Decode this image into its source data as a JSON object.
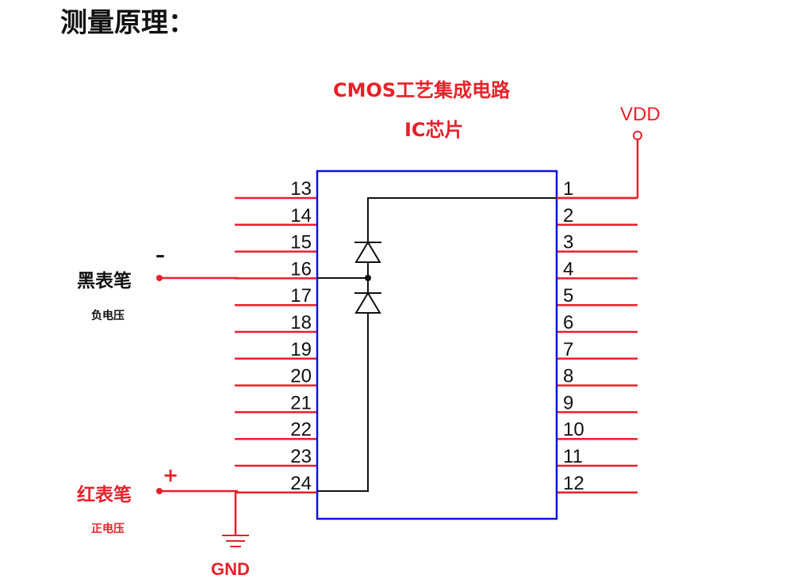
{
  "heading": "测量原理：",
  "chip": {
    "title_line1": "CMOS工艺集成电路",
    "title_line2": "IC芯片",
    "left_pins": [
      "13",
      "14",
      "15",
      "16",
      "17",
      "18",
      "19",
      "20",
      "21",
      "22",
      "23",
      "24"
    ],
    "right_pins": [
      "1",
      "2",
      "3",
      "4",
      "5",
      "6",
      "7",
      "8",
      "9",
      "10",
      "11",
      "12"
    ]
  },
  "supply": {
    "vdd_label": "VDD",
    "gnd_label": "GND"
  },
  "probes": {
    "black": {
      "label": "黑表笔",
      "sublabel": "负电压",
      "sign": "–"
    },
    "red": {
      "label": "红表笔",
      "sublabel": "正电压",
      "sign": "+"
    }
  },
  "colors": {
    "pin_red": "#e8202a",
    "chip_blue": "#1010e0",
    "wire_black": "#111111"
  }
}
